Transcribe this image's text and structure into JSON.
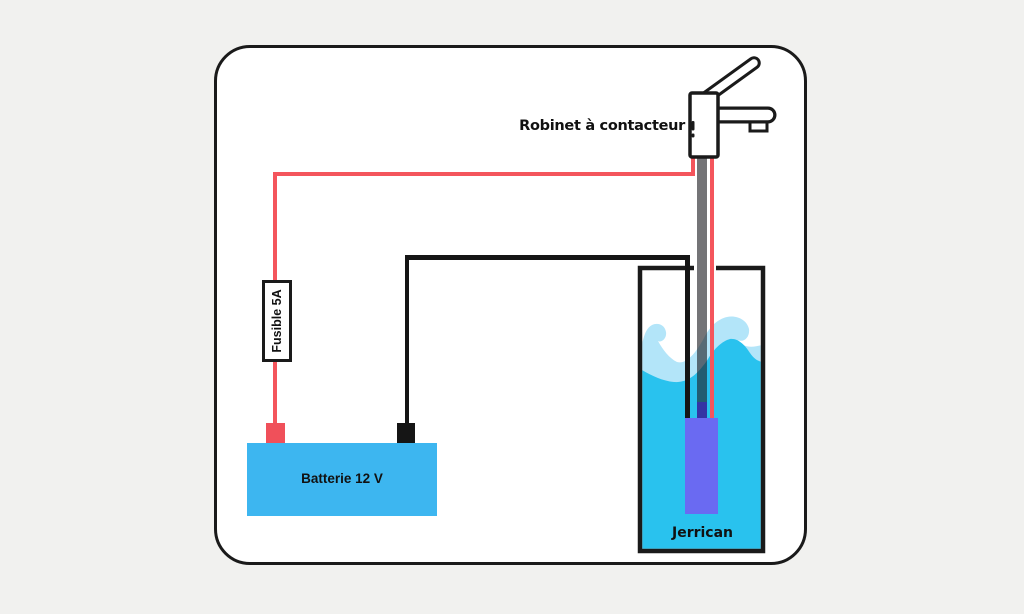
{
  "components": {
    "faucet": {
      "label": "Robinet à contacteur",
      "icon": "faucet-icon"
    },
    "fuse": {
      "label": "Fusible 5A"
    },
    "battery": {
      "label": "Batterie 12 V",
      "positive_terminal_color": "#F0505A",
      "negative_terminal_color": "#151515"
    },
    "jerrican": {
      "label": "Jerrican",
      "contents": [
        "water-icon",
        "submersible-pump-icon"
      ]
    },
    "hose": {
      "icon": "water-hose"
    }
  },
  "colors": {
    "bg": "#F1F1EF",
    "card_bg": "#FFFFFF",
    "outline": "#1A1A1A",
    "wire_positive": "#F4555C",
    "wire_negative": "#151515",
    "battery_blue": "#3DB6F0",
    "terminal_red": "#F0505A",
    "water_cyan": "#29C2EE",
    "wave_light": "#B3E5F9",
    "pump_purple": "#6A6AF2",
    "pump_inlet": "#3434A4",
    "tube_gray": "rgba(30,30,36,0.62)"
  }
}
